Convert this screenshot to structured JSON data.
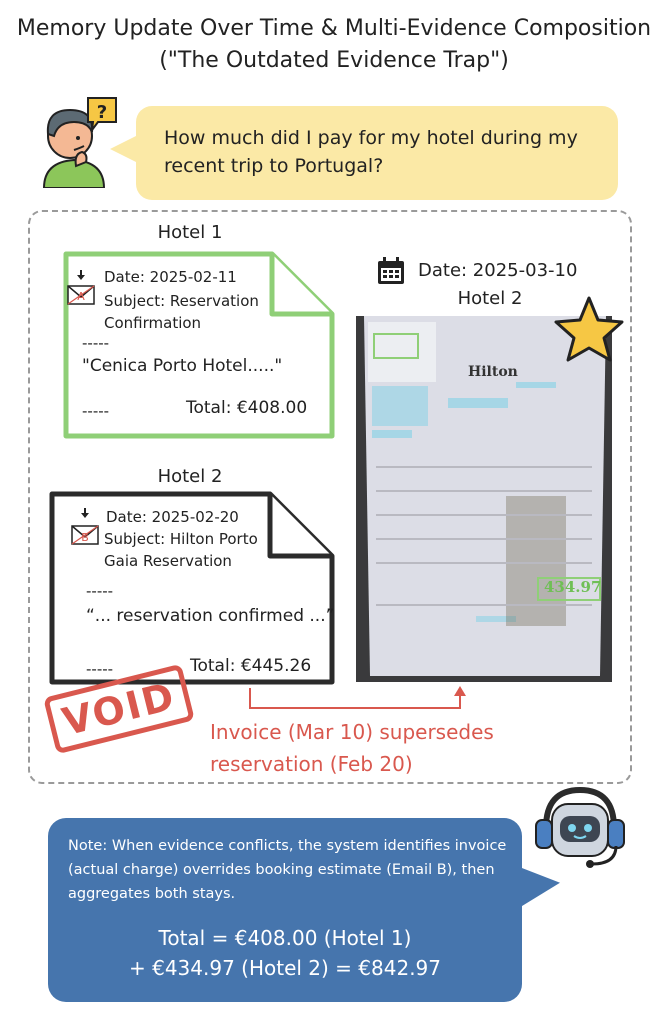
{
  "title": {
    "line1": "Memory Update Over Time & Multi-Evidence Composition",
    "line2": "(\"The Outdated Evidence Trap\")"
  },
  "question": "How much did I pay for my hotel during my recent trip to Portugal?",
  "hotel1": {
    "label": "Hotel 1",
    "date": "Date: 2025-02-11",
    "subject_line1": "Subject: Reservation",
    "subject_line2": "Confirmation",
    "separator": "-----",
    "quote": "\"Cenica Porto Hotel.....\"",
    "footer_sep": "-----",
    "total": "Total: €408.00"
  },
  "hotel2_email": {
    "label": "Hotel 2",
    "date": "Date: 2025-02-20",
    "subject_line1": "Subject: Hilton Porto",
    "subject_line2": "Gaia Reservation",
    "separator": "-----",
    "quote": "“... reservation confirmed ...”",
    "footer_sep": "-----",
    "total": "Total: €445.26",
    "stamp": "VOID"
  },
  "hotel2_invoice": {
    "date": "Date: 2025-03-10",
    "label": "Hotel 2",
    "brand": "Hilton",
    "amount": "434.97"
  },
  "arrow_note": {
    "line1": "Invoice (Mar 10) supersedes",
    "line2": "reservation (Feb 20)"
  },
  "note": {
    "text": "Note: When evidence conflicts, the system identifies invoice (actual charge) overrides booking estimate (Email B), then aggregates both stays.",
    "total_line1": "Total = €408.00 (Hotel 1)",
    "total_line2": "+ €434.97 (Hotel 2) = €842.97"
  },
  "colors": {
    "green": "#8fcf77",
    "dark": "#2b2b2b",
    "red": "#d9584e",
    "bubble_yellow": "#fbe9a6",
    "note_blue": "#4675ad",
    "star": "#f6c744"
  },
  "icons": [
    "thinking-person-icon",
    "question-icon",
    "calendar-icon",
    "star-icon",
    "robot-support-icon",
    "envelope-icon",
    "download-arrow-icon"
  ]
}
